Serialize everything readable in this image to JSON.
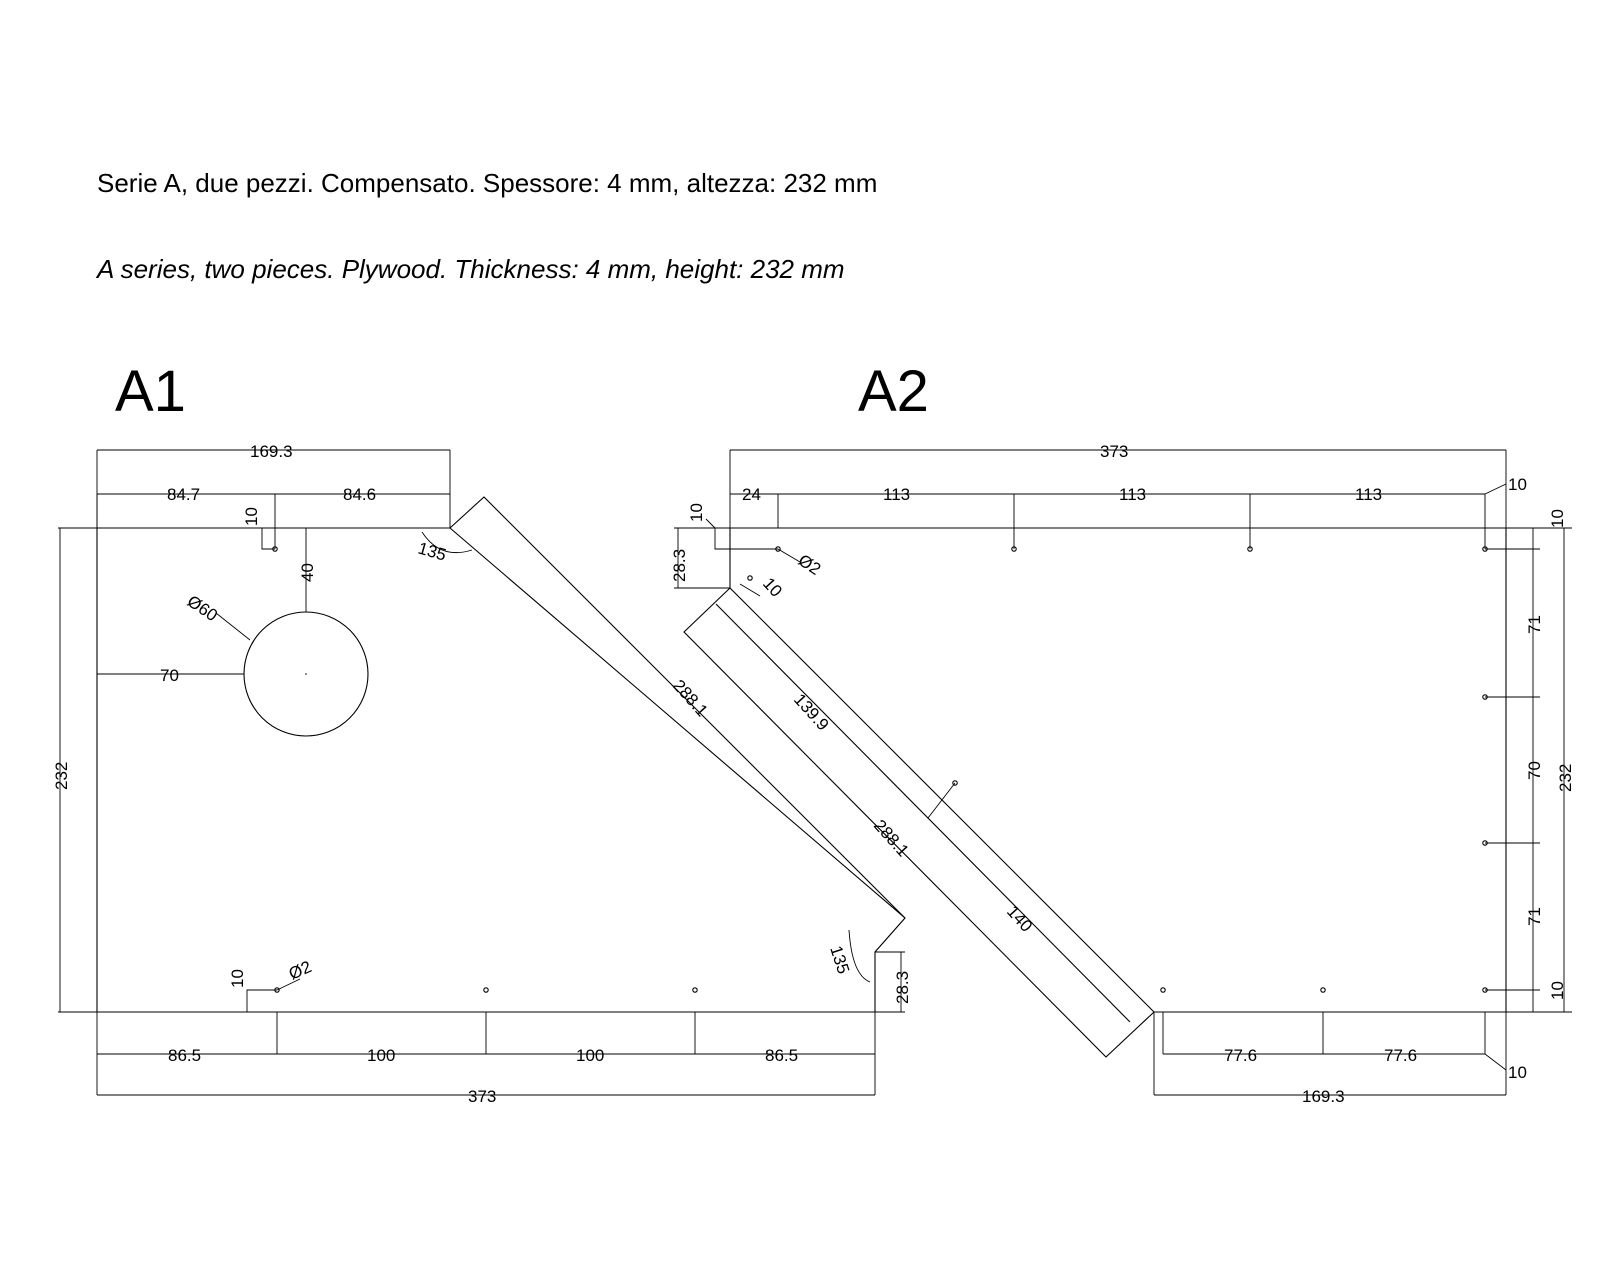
{
  "captions": {
    "italian": "Serie A, due pezzi. Compensato. Spessore: 4 mm, altezza: 232 mm",
    "english": "A series, two pieces. Plywood. Thickness: 4 mm, height: 232 mm"
  },
  "pieces": {
    "a1": {
      "label": "A1",
      "dims": {
        "top_total": "169.3",
        "top_left": "84.7",
        "top_right": "84.6",
        "hole_offset_top": "10",
        "circle_offset_top": "40",
        "circle_diameter": "Ø60",
        "circle_offset_left": "70",
        "height": "232",
        "angle_top": "135",
        "diagonal": "288.1",
        "angle_bottom": "135",
        "bevel": "28.3",
        "hole_offset_bottom": "10",
        "hole_diameter": "Ø2",
        "bottom_1": "86.5",
        "bottom_2": "100",
        "bottom_3": "100",
        "bottom_4": "86.5",
        "bottom_total": "373"
      }
    },
    "a2": {
      "label": "A2",
      "dims": {
        "top_total": "373",
        "top_1": "24",
        "top_2": "113",
        "top_3": "113",
        "top_4": "113",
        "top_right_offset": "10",
        "hole_offset_top": "10",
        "bevel": "28.3",
        "hole_diameter": "Ø2",
        "slot_offset": "10",
        "slot_part_1": "139.9",
        "diagonal": "288.1",
        "slot_part_2": "140",
        "right_offset_top": "10",
        "right_1": "71",
        "right_2": "70",
        "right_3": "71",
        "right_offset_bottom": "10",
        "height": "232",
        "bottom_1": "77.6",
        "bottom_2": "77.6",
        "bottom_right_offset": "10",
        "bottom_total": "169.3"
      }
    }
  }
}
